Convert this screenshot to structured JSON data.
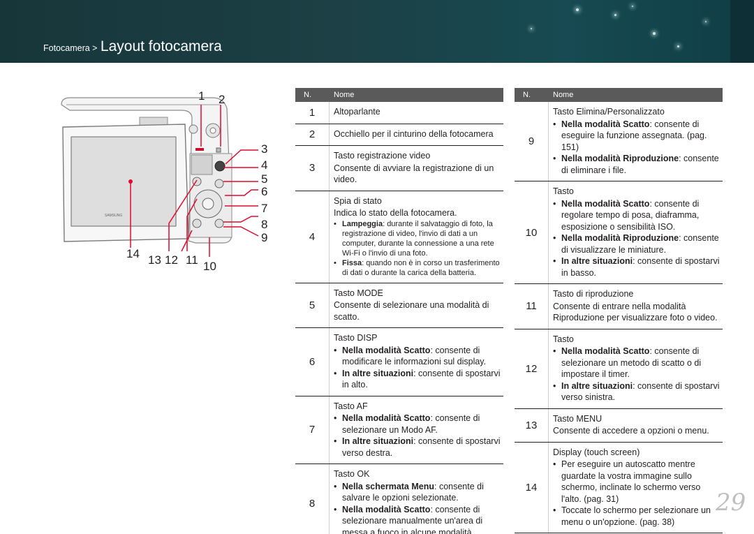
{
  "header": {
    "breadcrumb_parent": "Fotocamera >",
    "title": "Layout fotocamera"
  },
  "diagram": {
    "callouts": [
      "1",
      "2",
      "3",
      "4",
      "5",
      "6",
      "7",
      "8",
      "9",
      "10",
      "11",
      "12",
      "13",
      "14"
    ],
    "brand": "SAMSUNG"
  },
  "table_headers": {
    "n": "N.",
    "name": "Nome"
  },
  "left_rows": [
    {
      "n": "1",
      "title": "Altoparlante"
    },
    {
      "n": "2",
      "title": "Occhiello per il cinturino della fotocamera"
    },
    {
      "n": "3",
      "title": "Tasto registrazione video",
      "text": "Consente di avviare la registrazione di un video."
    },
    {
      "n": "4",
      "title": "Spia di stato",
      "text": "Indica lo stato della fotocamera.",
      "bullets": [
        {
          "b": "Lampeggia",
          "t": ": durante il salvataggio di foto, la registrazione di video, l'invio di dati a un computer, durante la connessione a una rete Wi-Fi o l'invio di una foto."
        },
        {
          "b": "Fissa",
          "t": ": quando non è in corso un trasferimento di dati o durante la carica della batteria."
        }
      ]
    },
    {
      "n": "5",
      "title": "Tasto MODE",
      "text": "Consente di selezionare una modalità di scatto."
    },
    {
      "n": "6",
      "title": "Tasto DISP",
      "bullets": [
        {
          "b": "Nella modalità Scatto",
          "t": ": consente di modificare le informazioni sul display."
        },
        {
          "b": "In altre situazioni",
          "t": ": consente di spostarvi in alto."
        }
      ]
    },
    {
      "n": "7",
      "title": "Tasto AF",
      "bullets": [
        {
          "b": "Nella modalità Scatto",
          "t": ": consente di selezionare un Modo AF."
        },
        {
          "b": "In altre situazioni",
          "t": ": consente di spostarvi verso destra."
        }
      ]
    },
    {
      "n": "8",
      "title": "Tasto OK",
      "bullets": [
        {
          "b": "Nella schermata Menu",
          "t": ": consente di salvare le opzioni selezionate."
        },
        {
          "b": "Nella modalità Scatto",
          "t": ": consente di selezionare manualmente un'area di messa a fuoco in alcune modalità."
        }
      ]
    }
  ],
  "right_rows": [
    {
      "n": "9",
      "title": "Tasto Elimina/Personalizzato",
      "bullets": [
        {
          "b": "Nella modalità Scatto",
          "t": ": consente di eseguire la funzione assegnata. (pag. 151)"
        },
        {
          "b": "Nella modalità Riproduzione",
          "t": ": consente di eliminare i file."
        }
      ]
    },
    {
      "n": "10",
      "title": "Tasto",
      "bullets": [
        {
          "b": "Nella modalità Scatto",
          "t": ": consente di regolare tempo di posa, diaframma, esposizione o sensibilità ISO."
        },
        {
          "b": "Nella modalità Riproduzione",
          "t": ": consente di visualizzare le miniature."
        },
        {
          "b": "In altre situazioni",
          "t": ": consente di spostarvi in basso."
        }
      ]
    },
    {
      "n": "11",
      "title": "Tasto di riproduzione",
      "text": "Consente di entrare nella modalità Riproduzione per visualizzare foto o video."
    },
    {
      "n": "12",
      "title": "Tasto",
      "bullets": [
        {
          "b": "Nella modalità Scatto",
          "t": ": consente di selezionare un metodo di scatto o di impostare il timer."
        },
        {
          "b": "In altre situazioni",
          "t": ": consente di spostarvi verso sinistra."
        }
      ]
    },
    {
      "n": "13",
      "title": "Tasto MENU",
      "text": "Consente di accedere a opzioni o menu."
    },
    {
      "n": "14",
      "title": "Display (touch screen)",
      "bullets": [
        {
          "b": "",
          "t": "Per eseguire un autoscatto mentre guardate la vostra immagine sullo schermo, inclinate lo schermo verso l'alto. (pag. 31)"
        },
        {
          "b": "",
          "t": "Toccate lo schermo per selezionare un menu o un'opzione. (pag. 38)"
        }
      ]
    }
  ],
  "page_number": "29",
  "colors": {
    "banner": "#1c4045",
    "header_row": "#5a5a5a",
    "callout_line": "#e00a2c"
  }
}
